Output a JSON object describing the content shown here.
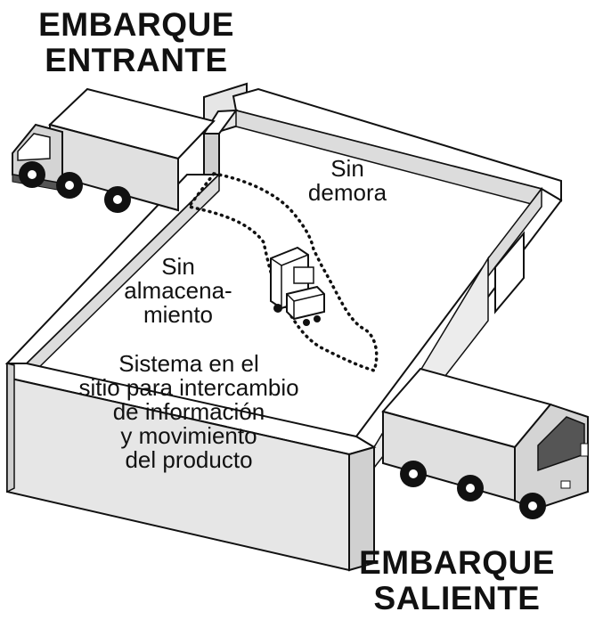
{
  "inbound": {
    "title": [
      "EMBARQUE",
      "ENTRANTE"
    ]
  },
  "outbound": {
    "title": [
      "EMBARQUE",
      "SALIENTE"
    ]
  },
  "annotations": {
    "no_delay": [
      "Sin",
      "demora"
    ],
    "no_storage": [
      "Sin",
      "almacena-",
      "miento"
    ],
    "onsite_system": [
      "Sistema en el",
      "sitio para intercambio",
      "de información",
      "y movimiento",
      "del producto"
    ]
  },
  "colors": {
    "ink": "#111111",
    "wall_top": "#ffffff",
    "wall_face": "#e6e6e6",
    "wall_shadow": "#cfcfcf",
    "truck_body": "#d9d9d9",
    "truck_dark": "#555555",
    "wheel": "#111111",
    "path_dots": "#111111"
  }
}
